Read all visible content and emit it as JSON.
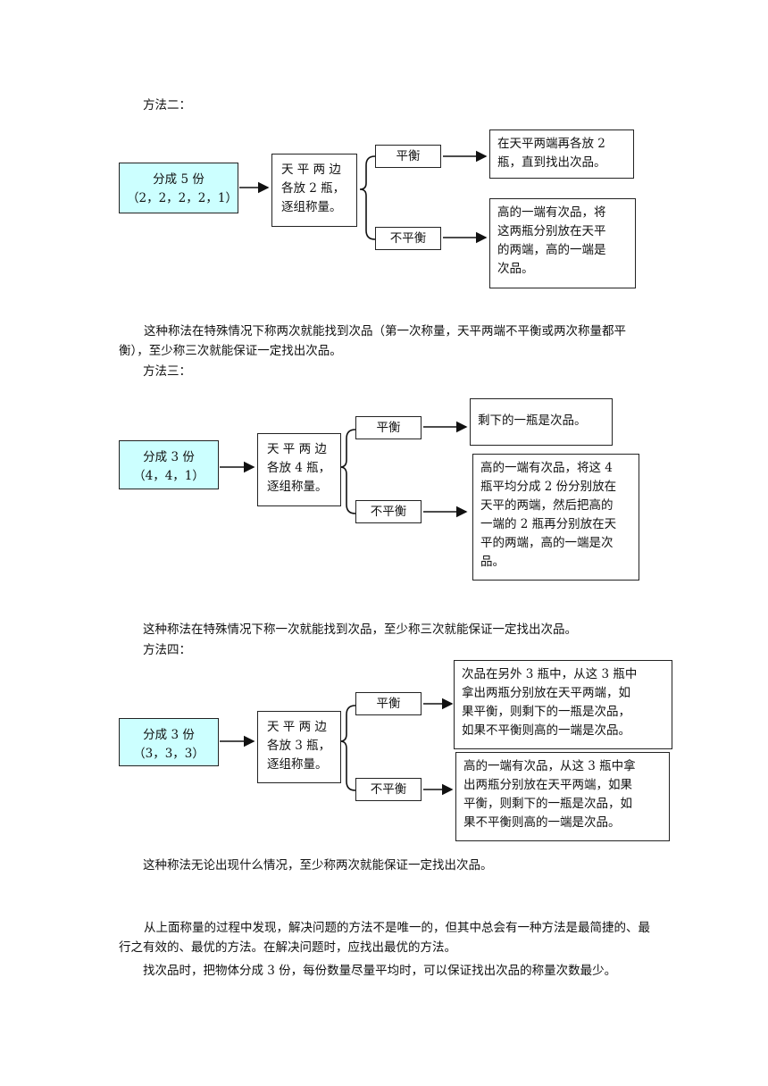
{
  "method2": {
    "heading": "方法二：",
    "source": [
      "分成 5 份",
      "（2，2，2，2，1）"
    ],
    "action": [
      "天 平 两 边",
      "各放 2 瓶，",
      "逐组称量。"
    ],
    "branch_balanced": "平衡",
    "branch_unbalanced": "不平衡",
    "result_balanced": [
      "在天平两端再各放 2",
      "瓶，直到找出次品。"
    ],
    "result_unbalanced": [
      "高的一端有次品，将",
      "这两瓶分别放在天平",
      "的两端，高的一端是",
      "次品。"
    ],
    "note": "这种称法在特殊情况下称两次就能找到次品（第一次称量，天平两端不平衡或两次称量都平衡），至少称三次就能保证一定找出次品。"
  },
  "method3": {
    "heading": "方法三：",
    "source": [
      "分成 3 份",
      "（4，4，1）"
    ],
    "action": [
      "天 平 两 边",
      "各放 4 瓶，",
      "逐组称量。"
    ],
    "branch_balanced": "平衡",
    "branch_unbalanced": "不平衡",
    "result_balanced": [
      "剩下的一瓶是次品。"
    ],
    "result_unbalanced": [
      "高的一端有次品，将这 4",
      "瓶平均分成 2 份分别放在",
      "天平的两端，然后把高的",
      "一端的 2 瓶再分别放在天",
      "平的两端，高的一端是次",
      "品。"
    ],
    "note": "这种称法在特殊情况下称一次就能找到次品，至少称三次就能保证一定找出次品。"
  },
  "method4": {
    "heading": "方法四：",
    "source": [
      "分成 3 份",
      "（3，3，3）"
    ],
    "action": [
      "天 平 两 边",
      "各放 3 瓶，",
      "逐组称量。"
    ],
    "branch_balanced": "平衡",
    "branch_unbalanced": "不平衡",
    "result_balanced": [
      "次品在另外 3 瓶中，从这 3 瓶中",
      "拿出两瓶分别放在天平两端，如",
      "果平衡，则剩下的一瓶是次品，",
      "如果不平衡则高的一端是次品。"
    ],
    "result_unbalanced": [
      "高的一端有次品，从这 3 瓶中拿",
      "出两瓶分别放在天平两端，如果",
      "平衡，则剩下的一瓶是次品，如",
      "果不平衡则高的一端是次品。"
    ],
    "note": "这种称法无论出现什么情况，至少称两次就能保证一定找出次品。"
  },
  "conclusion": {
    "para1": "从上面称量的过程中发现，解决问题的方法不是唯一的，但其中总会有一种方法是最简捷的、最行之有效的、最优的方法。在解决问题时，应找出最优的方法。",
    "para2": "找次品时，把物体分成 3 份，每份数量尽量平均时，可以保证找出次品的称量次数最少。"
  }
}
